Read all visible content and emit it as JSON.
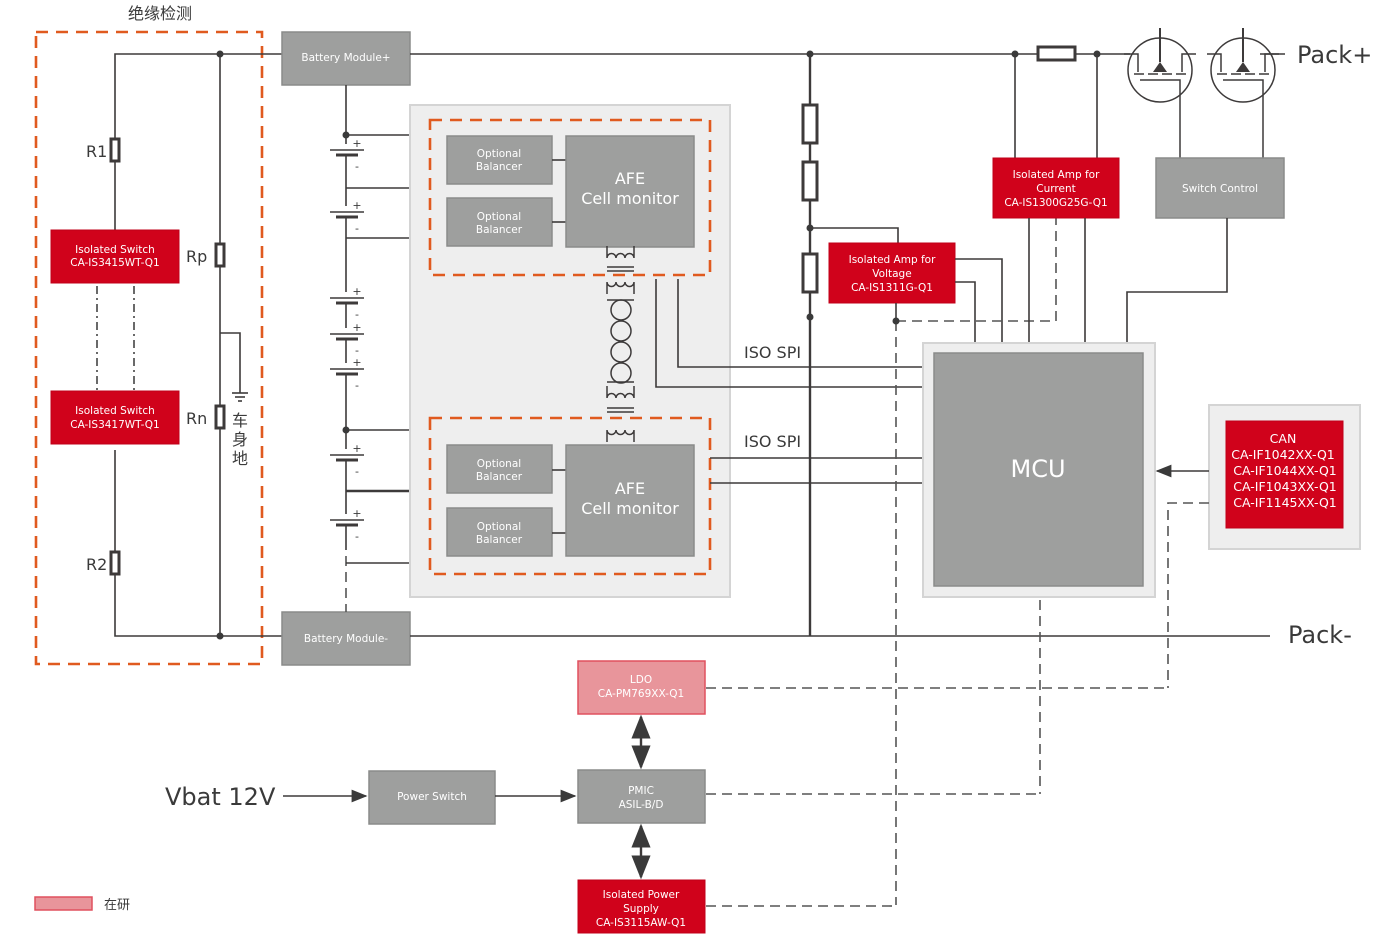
{
  "diagram": {
    "insulation_section": {
      "title": "绝缘检测",
      "resistors": {
        "r1": "R1",
        "r2": "R2",
        "rp": "Rp",
        "rn": "Rn"
      },
      "chassis_ground": [
        "车",
        "身",
        "地"
      ],
      "switch_top": {
        "line1": "Isolated Switch",
        "line2": "CA-IS3415WT-Q1"
      },
      "switch_bottom": {
        "line1": "Isolated Switch",
        "line2": "CA-IS3417WT-Q1"
      }
    },
    "battery_module_plus": "Battery Module+",
    "battery_module_minus": "Battery Module-",
    "cell_polarity": {
      "plus": "+",
      "minus": "-"
    },
    "afe_top": {
      "balancer1": {
        "line1": "Optional",
        "line2": "Balancer"
      },
      "balancer2": {
        "line1": "Optional",
        "line2": "Balancer"
      },
      "afe": {
        "line1": "AFE",
        "line2": "Cell monitor"
      }
    },
    "afe_bottom": {
      "balancer1": {
        "line1": "Optional",
        "line2": "Balancer"
      },
      "balancer2": {
        "line1": "Optional",
        "line2": "Balancer"
      },
      "afe": {
        "line1": "AFE",
        "line2": "Cell monitor"
      }
    },
    "iso_spi_labels": [
      "ISO SPI",
      "ISO SPI"
    ],
    "amp_voltage": {
      "line1": "Isolated Amp for",
      "line2": "Voltage",
      "line3": "CA-IS1311G-Q1"
    },
    "amp_current": {
      "line1": "Isolated Amp for",
      "line2": "Current",
      "line3": "CA-IS1300G25G-Q1"
    },
    "switch_control": "Switch Control",
    "mcu": "MCU",
    "can": {
      "lines": [
        "CAN",
        "CA-IF1042XX-Q1",
        "CA-IF1044XX-Q1",
        "CA-IF1043XX-Q1",
        "CA-IF1145XX-Q1"
      ]
    },
    "pack_plus": "Pack+",
    "pack_minus": "Pack-",
    "ldo": {
      "line1": "LDO",
      "line2": "CA-PM769XX-Q1"
    },
    "pmic": {
      "line1": "PMIC",
      "line2": "ASIL-B/D"
    },
    "power_switch": "Power Switch",
    "iso_power": {
      "line1": "Isolated Power",
      "line2": "Supply",
      "line3": "CA-IS3115AW-Q1"
    },
    "vbat": "Vbat 12V",
    "legend": {
      "label": "在研",
      "color": "#e8959b"
    }
  },
  "colors": {
    "in_production_red": "#d0021b",
    "in_development_pink": "#e8959b",
    "functional_block_gray": "#9e9f9e",
    "group_outline_orange": "#e05a1f"
  }
}
